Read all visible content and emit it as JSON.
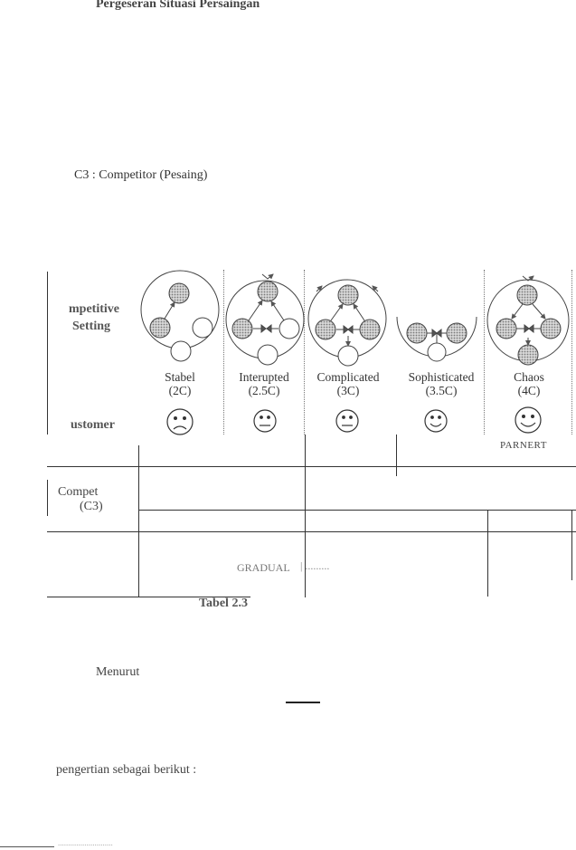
{
  "section_heading": "Pergeseran Situasi Persaingan",
  "c3_line": "C3 : Competitor (Pesaing)",
  "table": {
    "row1_header": [
      "mpetitive",
      "Setting"
    ],
    "row2_header": "ustomer",
    "row3_header": [
      "Compet",
      "(C3)"
    ],
    "columns": [
      {
        "name": "Stabel",
        "code": "(2C)",
        "face": "sad"
      },
      {
        "name": "Interupted",
        "code": "(2.5C)",
        "face": "neutral"
      },
      {
        "name": "Complicated",
        "code": "(3C)",
        "face": "neutral"
      },
      {
        "name": "Sophisticated",
        "code": "(3.5C)",
        "face": "smile"
      },
      {
        "name": "Chaos",
        "code": "(4C)",
        "face": "smile"
      }
    ],
    "parnert_label": "PARNERT",
    "bottom_row_text": "GRADUAL",
    "bottom_row_fragment": "| ........."
  },
  "table_caption": "Tabel 2.3",
  "menurut_text": "Menurut",
  "pengertian_text": "pengertian sebagai berikut :",
  "footer_fragment": "..........................."
}
